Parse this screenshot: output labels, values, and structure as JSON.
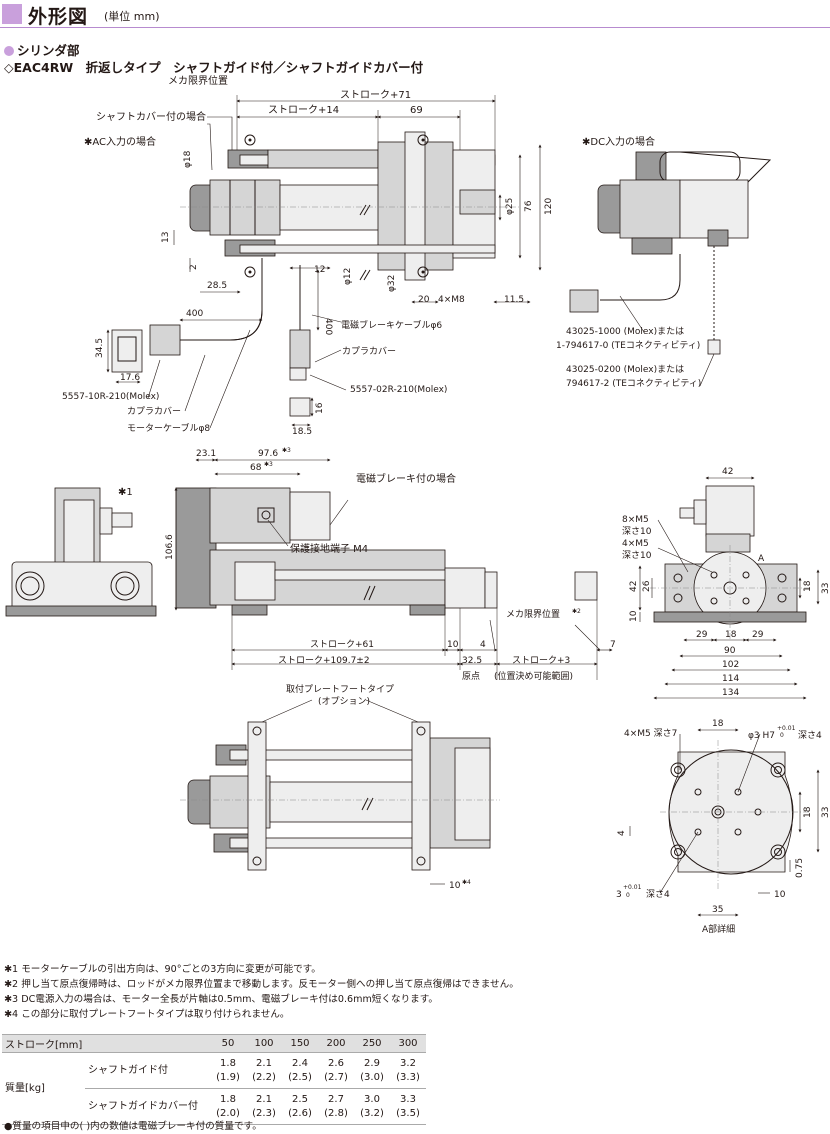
{
  "header": {
    "title": "外形図",
    "unit": "(単位 mm)"
  },
  "section": {
    "name": "シリンダ部",
    "model": "◇EAC4RW　折返しタイプ　シャフトガイド付／シャフトガイドカバー付"
  },
  "labels": {
    "ac_input": "✱AC入力の場合",
    "dc_input": "✱DC入力の場合",
    "mecha_limit": "メカ限界位置",
    "stroke_71": "ストローク+71",
    "stroke_14": "ストローク+14",
    "d69": "69",
    "shaft_cover": "シャフトカバー付の場合",
    "phi18": "φ18",
    "phi25": "φ25",
    "d76": "76",
    "d120": "120",
    "d13": "13",
    "d2": "2",
    "d28_5": "28.5",
    "d12": "12",
    "phi12": "φ12",
    "phi32": "φ32",
    "d20": "20",
    "m8": "4×M8",
    "d11_5": "11.5",
    "d400a": "400",
    "d400b": "400",
    "brake_cable": "電磁ブレーキケーブルφ6",
    "coupler_cover_a": "カプラカバー",
    "d34_5": "34.5",
    "d17_6": "17.6",
    "molex10": "5557-10R-210(Molex)",
    "coupler_cover_b": "カプラカバー",
    "motor_cable": "モーターケーブルφ8",
    "molex02": "5557-02R-210(Molex)",
    "d16": "16",
    "d18_5": "18.5",
    "conn_a1": "43025-1000 (Molex)または",
    "conn_a2": "1-794617-0 (TEコネクティビティ)",
    "conn_b1": "43025-0200 (Molex)または",
    "conn_b2": "794617-2 (TEコネクティビティ)",
    "d23_1": "23.1",
    "d97_6": "97.6",
    "n3a": "✱3",
    "d68": "68",
    "n3b": "✱3",
    "brake_case": "電磁ブレーキ付の場合",
    "n1": "✱1",
    "ground": "保護接地端子 M4",
    "d106_6": "106.6",
    "stroke_61": "ストローク+61",
    "d10a": "10",
    "d4": "4",
    "stroke_109": "ストローク+109.7±2",
    "d32_5": "32.5",
    "stroke_3": "ストローク+3",
    "mecha_limit2": "メカ限界位置",
    "n2": "✱2",
    "d7": "7",
    "origin": "原点",
    "range": "(位置決め可能範囲)",
    "d42a": "42",
    "m5_8": "8×M5",
    "depth10a": "深さ10",
    "m5_4": "4×M5",
    "depth10b": "深さ10",
    "pt_a": "A",
    "d42b": "42",
    "d26": "26",
    "d18a": "18",
    "d33a": "33",
    "d10b": "10",
    "d29a": "29",
    "d18b": "18",
    "d29b": "29",
    "d90": "90",
    "d102": "102",
    "d114": "114",
    "d134": "134",
    "plate_type1": "取付プレートフートタイプ",
    "plate_type2": "(オプション)",
    "d10n4": "10",
    "n4": "✱4",
    "m5_depth7": "4×M5 深さ7",
    "d18c": "18",
    "phi3": "φ3 H7",
    "tol_plus": "+0.01",
    "tol_zero": "0",
    "depth4a": "深さ4",
    "d18d": "18",
    "d33b": "33",
    "d4b": "4",
    "d0_75": "0.75",
    "d3b": "3",
    "tol_plus2": "+0.01",
    "tol_zero2": "0",
    "depth4b": "深さ4",
    "d10c": "10",
    "d35": "35",
    "detail_a": "A部詳細"
  },
  "notes": [
    "✱1 モーターケーブルの引出方向は、90°ごとの3方向に変更が可能です。",
    "✱2 押し当て原点復帰時は、ロッドがメカ限界位置まで移動します。反モーター側への押し当て原点復帰はできません。",
    "✱3 DC電源入力の場合は、モーター全長が片軸は0.5mm、電磁ブレーキ付は0.6mm短くなります。",
    "✱4 この部分に取付プレートフートタイプは取り付けられません。"
  ],
  "table": {
    "header_label": "ストローク[mm]",
    "strokes": [
      "50",
      "100",
      "150",
      "200",
      "250",
      "300"
    ],
    "mass_label": "質量[kg]",
    "rows": [
      {
        "name": "シャフトガイド付",
        "values": [
          "1.8",
          "2.1",
          "2.4",
          "2.6",
          "2.9",
          "3.2"
        ],
        "brake": [
          "(1.9)",
          "(2.2)",
          "(2.5)",
          "(2.7)",
          "(3.0)",
          "(3.3)"
        ]
      },
      {
        "name": "シャフトガイドカバー付",
        "values": [
          "1.8",
          "2.1",
          "2.5",
          "2.7",
          "3.0",
          "3.3"
        ],
        "brake": [
          "(2.0)",
          "(2.3)",
          "(2.6)",
          "(2.8)",
          "(3.2)",
          "(3.5)"
        ]
      }
    ]
  },
  "footnote": "●質量の項目中の( )内の数値は電磁ブレーキ付の質量です。"
}
